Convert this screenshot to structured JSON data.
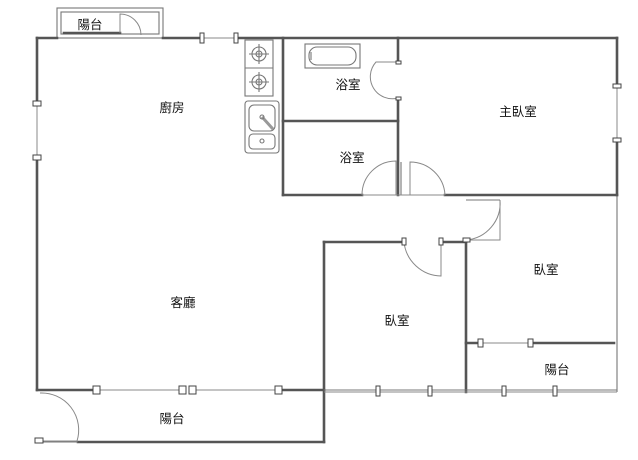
{
  "plan": {
    "rooms": {
      "kitchen": "廚房",
      "living_room": "客廳",
      "bath_upper": "浴室",
      "bath_lower": "浴室",
      "master_bedroom": "主臥室",
      "bedroom_middle": "臥室",
      "bedroom_right": "臥室",
      "balcony_top": "陽台",
      "balcony_bottom": "陽台",
      "balcony_right": "陽台"
    },
    "icons": [
      "stove-icon",
      "sink-icon",
      "bathtub-icon",
      "door-swing-icon"
    ],
    "colors": {
      "wall": "#555555",
      "fixture": "#777777",
      "background": "#ffffff"
    }
  }
}
